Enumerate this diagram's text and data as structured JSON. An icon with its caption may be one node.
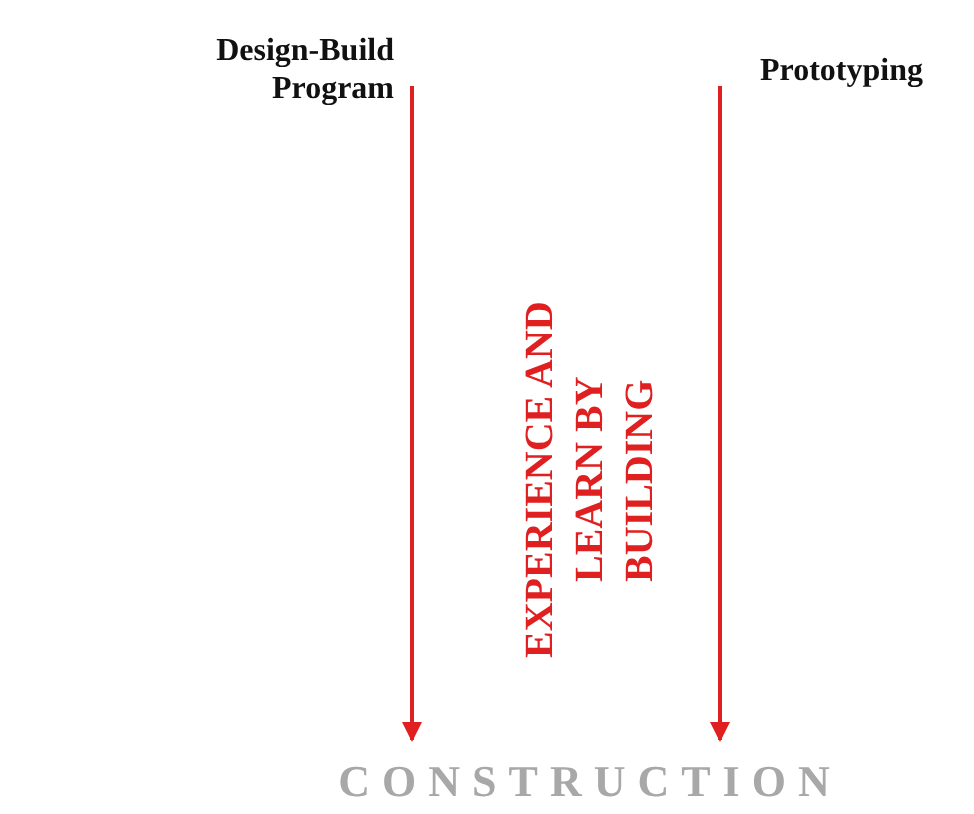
{
  "diagram": {
    "nodes": [
      {
        "text": [
          "Design-Build Program"
        ]
      },
      {
        "text": [
          "Prototyping"
        ]
      },
      {
        "text": [
          "CONSTRUCTION"
        ]
      }
    ],
    "edges": [
      {
        "from": 0,
        "to": 2,
        "arrow": "to"
      },
      {
        "from": 1,
        "to": 2,
        "arrow": "to"
      }
    ],
    "labels": [
      "EXPERIENCE AND LEARN BY BUILDING"
    ]
  }
}
